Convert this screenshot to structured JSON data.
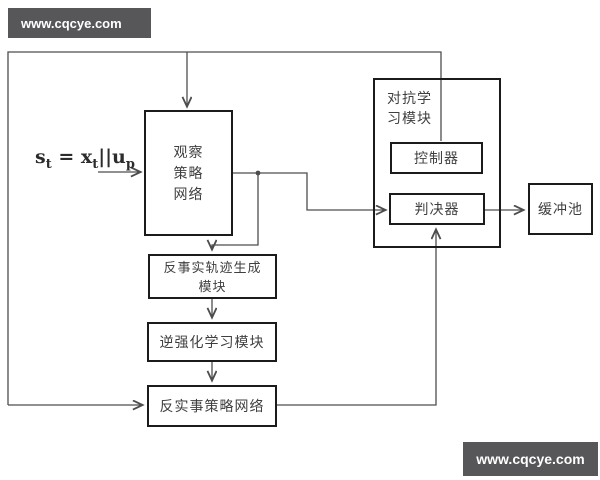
{
  "watermarks": {
    "top_left": "www.cqcye.com",
    "bottom_right": "www.cqcye.com"
  },
  "formula": {
    "s": "s",
    "s_sub": "t",
    "eq_x": " = x",
    "x_sub": "t",
    "cat_u": "||u",
    "u_sub": "p"
  },
  "nodes": {
    "observation_policy": {
      "lines": [
        "观察",
        "策略",
        "网络"
      ]
    },
    "adversarial_module": {
      "lines": [
        "对抗学",
        "习模块"
      ]
    },
    "controller": {
      "label": "控制器"
    },
    "discriminator": {
      "label": "判决器"
    },
    "buffer_pool": {
      "label": "缓冲池"
    },
    "counterfactual_trajectory": {
      "lines": [
        "反事实轨迹生成",
        "模块"
      ]
    },
    "inverse_rl": {
      "label": "逆强化学习模块"
    },
    "counterfactual_policy": {
      "label": "反实事策略网络"
    }
  },
  "colors": {
    "background": "#ffffff",
    "watermark_bg": "#57575a",
    "watermark_text": "#ffffff",
    "box_border": "#1b1b1b",
    "edge_line": "#4d4d4d",
    "text": "#3f3f3f"
  }
}
